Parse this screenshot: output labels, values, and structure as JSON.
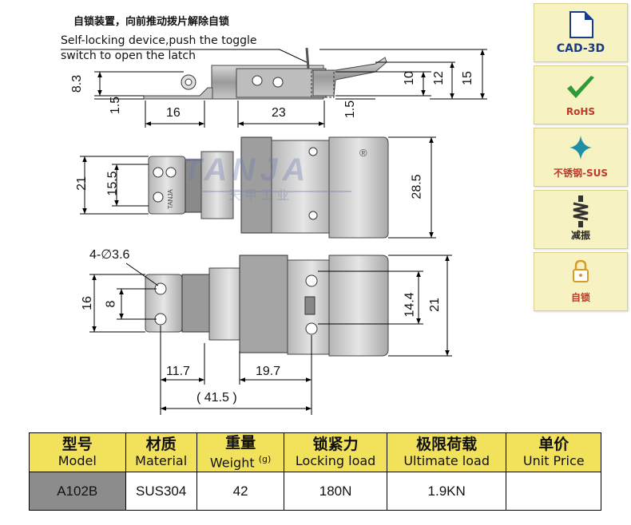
{
  "notes": {
    "cn": "自锁装置，向前推动拨片解除自锁",
    "en_line1": "Self-locking device,push the toggle",
    "en_line2": "switch to open the latch"
  },
  "dimensions": {
    "d8_3": "8.3",
    "d1_5a": "1.5",
    "d16a": "16",
    "d23": "23",
    "d1_5b": "1.5",
    "d10": "10",
    "d12": "12",
    "d15": "15",
    "d21a": "21",
    "d15_5": "15.5",
    "d28_5": "28.5",
    "hole": "4-∅3.6",
    "d16b": "16",
    "d8": "8",
    "d14_4": "14.4",
    "d21b": "21",
    "d11_7": "11.7",
    "d19_7": "19.7",
    "d41_5": "( 41.5 )"
  },
  "watermark": {
    "brand": "TANJA",
    "cn": "天甲工业",
    "registered": "®",
    "stamp": "TANJA"
  },
  "sidebar": [
    {
      "label": "CAD-3D",
      "icon": "document-icon",
      "color": "#1a3a8a"
    },
    {
      "label": "RoHS",
      "icon": "checkmark-icon",
      "color": "#c0392b"
    },
    {
      "label": "不锈钢-SUS",
      "icon": "sparkle-icon",
      "color": "#c0392b"
    },
    {
      "label": "减振",
      "icon": "spring-icon",
      "color": "#222222"
    },
    {
      "label": "自锁",
      "icon": "padlock-icon",
      "color": "#c0392b"
    }
  ],
  "table": {
    "headers": [
      {
        "cn": "型号",
        "en": "Model"
      },
      {
        "cn": "材质",
        "en": "Material"
      },
      {
        "cn": "重量",
        "en": "Weight",
        "sup": "(g)"
      },
      {
        "cn": "锁紧力",
        "en": "Locking load"
      },
      {
        "cn": "极限荷载",
        "en": "Ultimate load"
      },
      {
        "cn": "单价",
        "en": "Unit Price"
      }
    ],
    "row": {
      "model": "A102B",
      "material": "SUS304",
      "weight": "42",
      "locking": "180N",
      "ultimate": "1.9KN",
      "price": ""
    }
  }
}
